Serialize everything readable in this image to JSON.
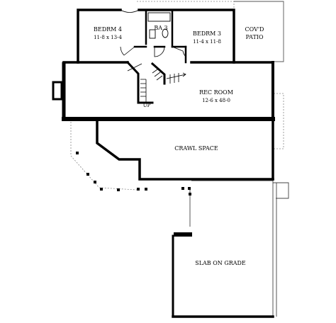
{
  "rooms": {
    "bedrm4": {
      "name": "BEDRM 4",
      "size": "11-8 x 13-4"
    },
    "ba3": {
      "name": "BA 3"
    },
    "bedrm3": {
      "name": "BEDRM 3",
      "size": "11-4 x 11-8"
    },
    "patio": {
      "line1": "COV'D",
      "line2": "PATIO"
    },
    "rec_room": {
      "name": "REC ROOM",
      "size": "12-6 x 48-0"
    },
    "crawl_space": {
      "name": "CRAWL SPACE"
    },
    "slab": {
      "name": "SLAB ON GRADE"
    }
  },
  "stairs": {
    "label": "UP"
  },
  "colors": {
    "wall": "#000000",
    "outline": "#888888"
  }
}
